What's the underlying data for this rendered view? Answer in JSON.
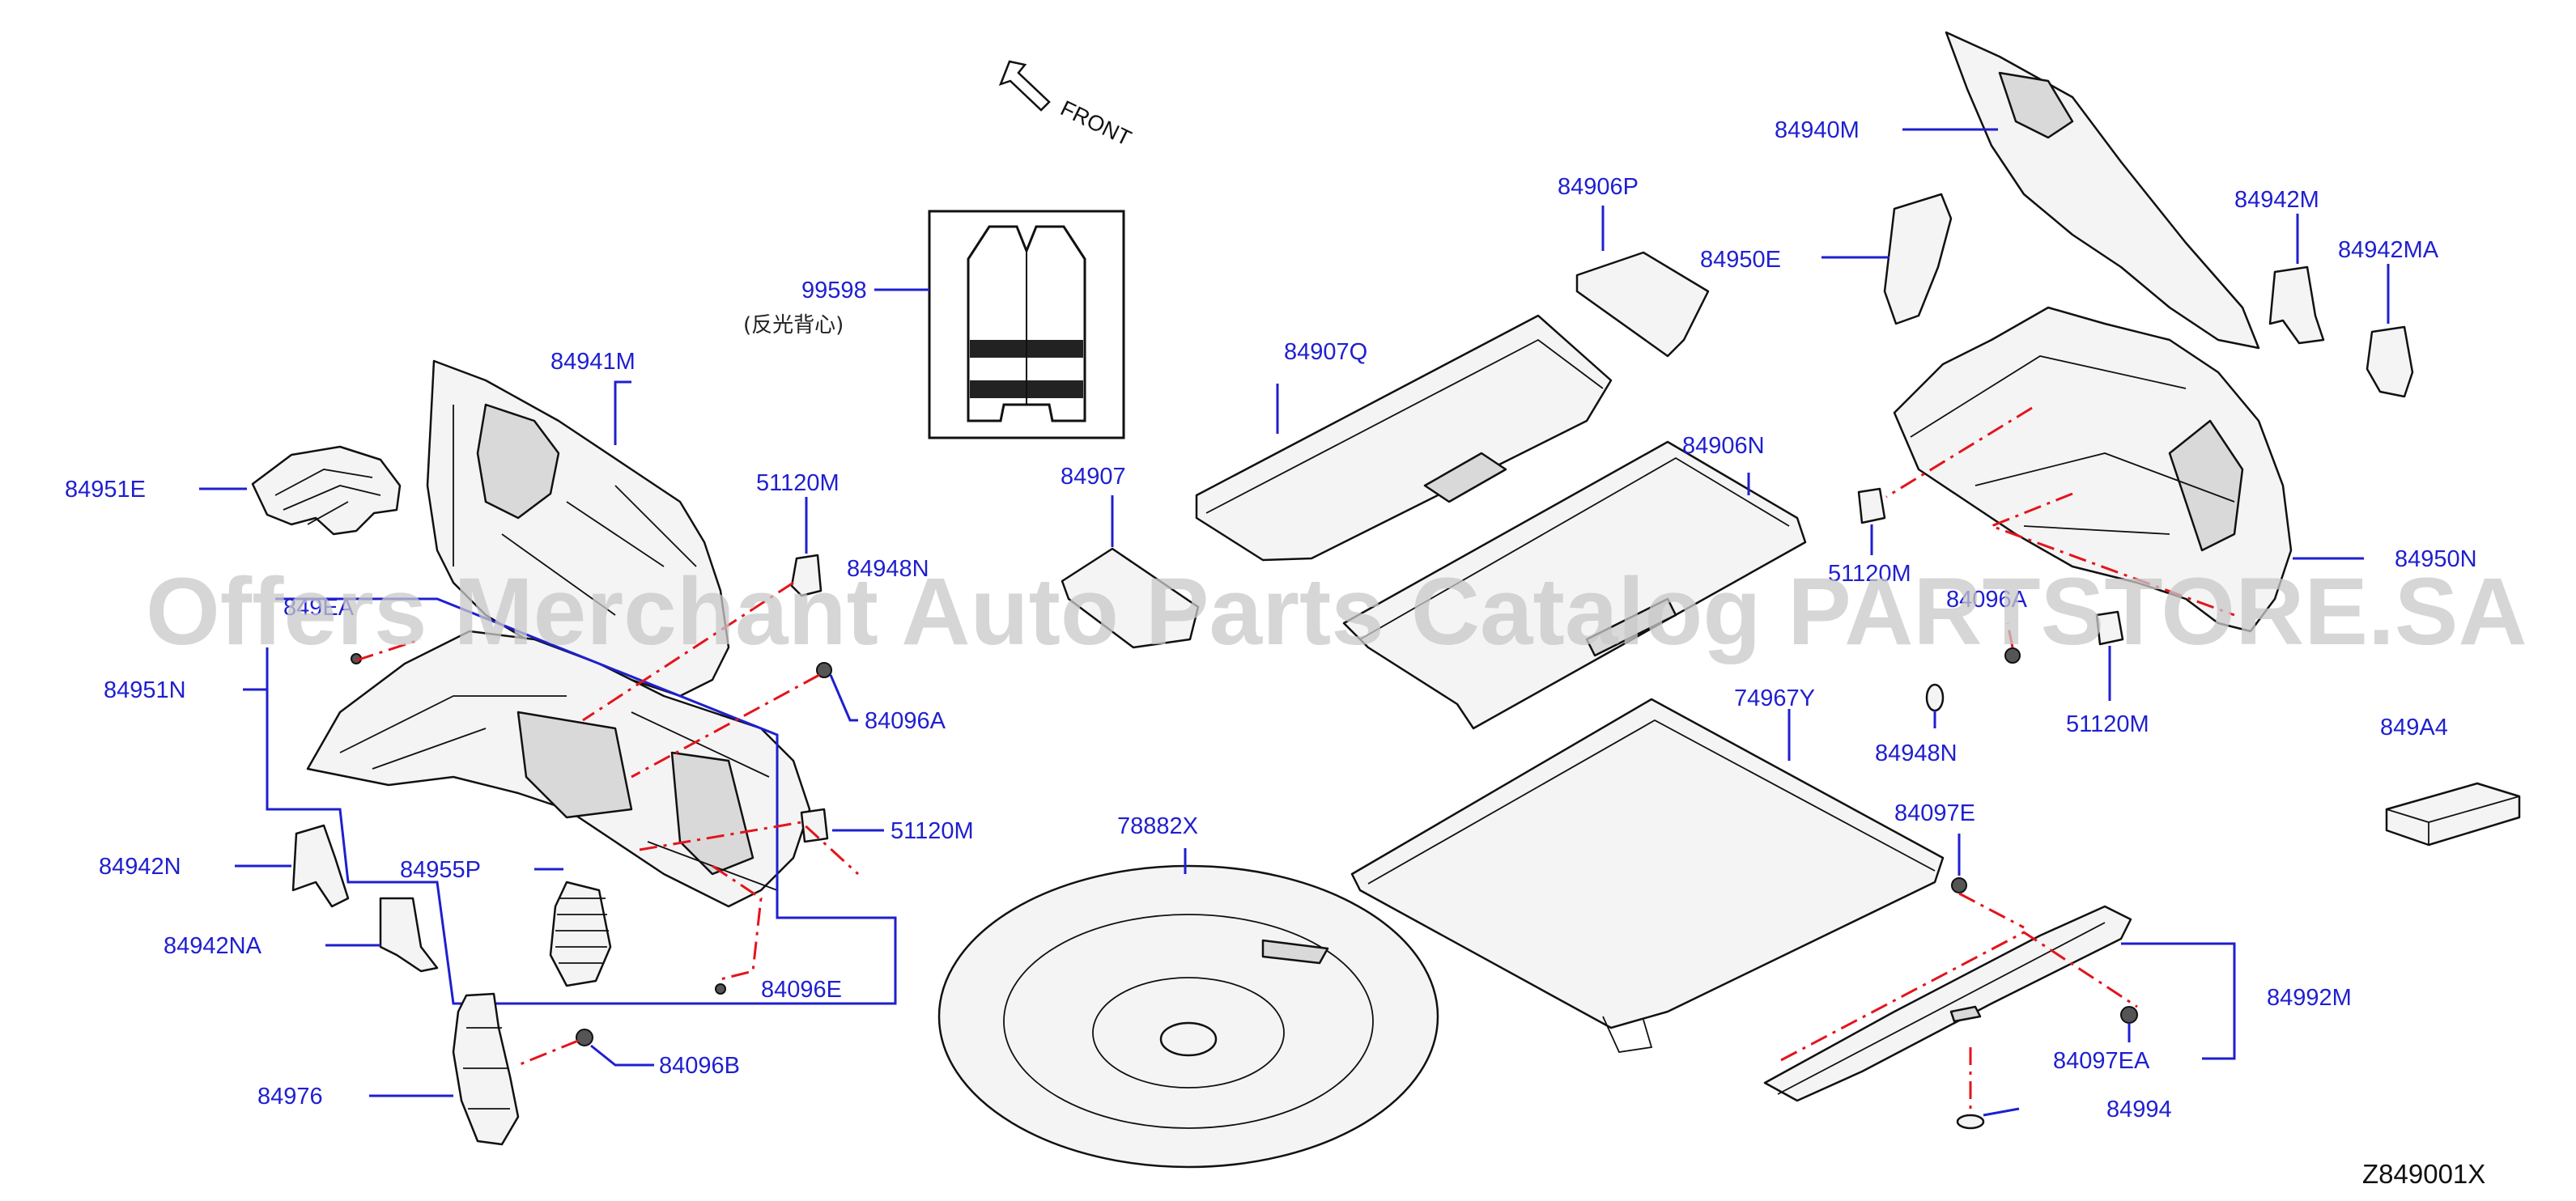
{
  "diagram": {
    "front_label": "FRONT",
    "diagram_code": "Z849001X",
    "watermark": "Offers Merchant Auto Parts Catalog PARTSTORE.SA",
    "vest_note": "(反光背心)",
    "labels": {
      "p99598": "99598",
      "p84941M": "84941M",
      "p84951E": "84951E",
      "p51120M_a": "51120M",
      "p84948N_a": "84948N",
      "p849EA_a": "849EA",
      "p84951N": "84951N",
      "p84096A_a": "84096A",
      "p51120M_b": "51120M",
      "p84942N": "84942N",
      "p84955P": "84955P",
      "p84942NA": "84942NA",
      "p84096E": "84096E",
      "p84096B": "84096B",
      "p84976": "84976",
      "p84907Q": "84907Q",
      "p84906P": "84906P",
      "p84950E": "84950E",
      "p84906N": "84906N",
      "p84907": "84907",
      "p74967Y": "74967Y",
      "p78882X": "78882X",
      "p84940M": "84940M",
      "p84942M": "84942M",
      "p84942MA": "84942MA",
      "p84950N": "84950N",
      "p51120M_c": "51120M",
      "p84096A_b": "84096A",
      "p84948N_b": "84948N",
      "p51120M_d": "51120M",
      "p849A4": "849A4",
      "p84097E": "84097E",
      "p84992M": "84992M",
      "p84097EA": "84097EA",
      "p84994": "84994"
    },
    "colors": {
      "label": "#1f1fd0",
      "leader": "#1f1fd0",
      "dashed_line": "#e4141c",
      "outline": "#111111"
    }
  }
}
